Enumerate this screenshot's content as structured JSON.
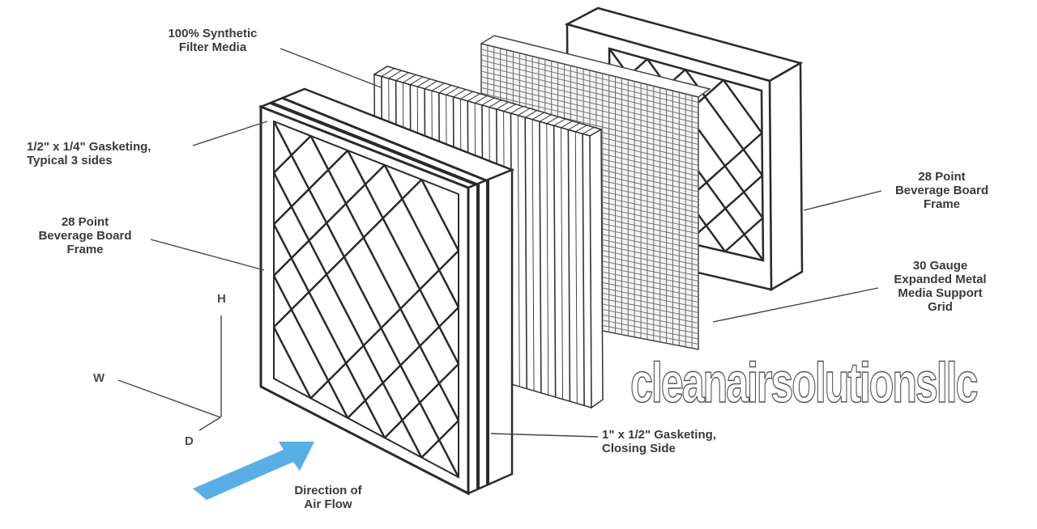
{
  "labels": {
    "synthetic_media": "100% Synthetic\nFilter Media",
    "gasketing_3_sides": "1/2\" x 1/4\" Gasketing,\nTypical 3 sides",
    "frame_left": "28 Point\nBeverage Board\nFrame",
    "frame_right": "28 Point\nBeverage Board\nFrame",
    "support_grid": "30 Gauge\nExpanded Metal\nMedia Support\nGrid",
    "gasketing_closing": "1\" x 1/2\" Gasketing,\nClosing Side",
    "air_flow": "Direction of\nAir Flow"
  },
  "axes": {
    "h": "H",
    "w": "W",
    "d": "D"
  },
  "watermark": "cleanairsolutionsllc",
  "colors": {
    "line": "#2a2a2a",
    "label": "#3a3a3a",
    "arrow": "#5aaee6"
  }
}
